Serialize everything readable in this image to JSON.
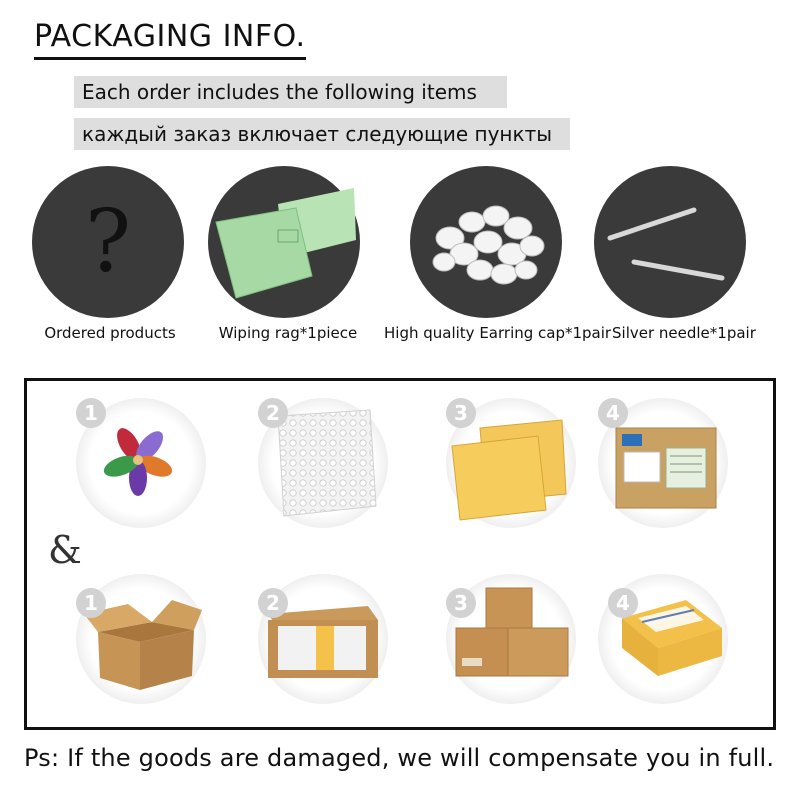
{
  "header": {
    "title": "PACKAGING INFO.",
    "line_en": "Each order includes the following items",
    "line_ru": "каждый заказ включает следующие пункты"
  },
  "contents": [
    {
      "label": "Ordered products",
      "icon": "question-mark-icon"
    },
    {
      "label": "Wiping rag*1piece",
      "icon": "wiping-rag-icon"
    },
    {
      "label": "High quality Earring cap*1pair",
      "icon": "earring-caps-icon"
    },
    {
      "label": "Silver needle*1pair",
      "icon": "silver-needle-icon"
    }
  ],
  "steps_row1": [
    {
      "num": "1",
      "icon": "flower-earring-icon"
    },
    {
      "num": "2",
      "icon": "bubble-wrap-icon"
    },
    {
      "num": "3",
      "icon": "padded-envelope-icon"
    },
    {
      "num": "4",
      "icon": "shipping-label-envelope-icon"
    }
  ],
  "ampersand": "&",
  "steps_row2": [
    {
      "num": "1",
      "icon": "open-box-icon"
    },
    {
      "num": "2",
      "icon": "wrapped-box-icon"
    },
    {
      "num": "3",
      "icon": "stacked-boxes-icon"
    },
    {
      "num": "4",
      "icon": "taped-parcel-icon"
    }
  ],
  "footer": {
    "note": "Ps: If the goods are damaged, we will compensate you in full."
  },
  "colors": {
    "circle_bg": "#3a3a3a",
    "bar_bg": "#dedede",
    "rag_green": "#a8d9a8",
    "envelope_yellow": "#f2c64a",
    "kraft": "#c89a5e"
  }
}
